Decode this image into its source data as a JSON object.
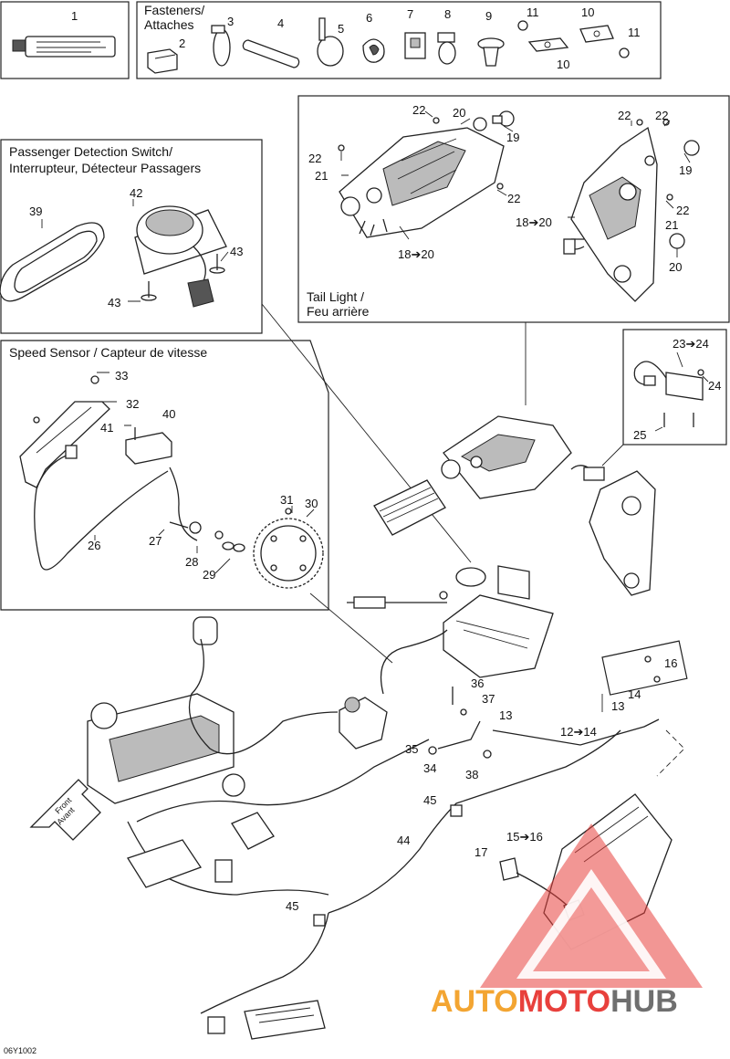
{
  "groups": {
    "fasteners": "Fasteners/",
    "attaches": "Attaches",
    "passenger_en": "Passenger Detection Switch/",
    "passenger_fr": "Interrupteur, Détecteur Passagers",
    "speed": "Speed Sensor / Capteur de vitesse",
    "tail_en": "Tail Light /",
    "tail_fr": "Feu arrière"
  },
  "front_label": {
    "line1": "Front",
    "line2": "Avant"
  },
  "drawing_code": "06Y1002",
  "watermark": {
    "part1": "AUTO",
    "part2": "MOTO",
    "part3": "HUB"
  },
  "colors": {
    "watermark_orange": "#f3a532",
    "watermark_red": "#e8403c",
    "watermark_grey": "#6f6f6f"
  },
  "callouts": {
    "c1": "1",
    "c2": "2",
    "c3": "3",
    "c4": "4",
    "c5": "5",
    "c6": "6",
    "c7": "7",
    "c8": "8",
    "c9": "9",
    "c10a": "10",
    "c10b": "10",
    "c11a": "11",
    "c11b": "11",
    "c22a": "22",
    "c20a": "20",
    "c19a": "19",
    "c22b": "22",
    "c21a": "21",
    "c22c": "22",
    "c1820a": "18➔20",
    "c22d": "22",
    "c22e": "22",
    "c19b": "19",
    "c1820b": "18➔20",
    "c22f": "22",
    "c21b": "21",
    "c20b": "20",
    "c39": "39",
    "c42": "42",
    "c43a": "43",
    "c43b": "43",
    "c2324": "23➔24",
    "c24": "24",
    "c25": "25",
    "c33": "33",
    "c32": "32",
    "c41": "41",
    "c40": "40",
    "c26": "26",
    "c27": "27",
    "c28": "28",
    "c29": "29",
    "c31": "31",
    "c30": "30",
    "c16": "16",
    "c13a": "13",
    "c14": "14",
    "c36": "36",
    "c37": "37",
    "c13b": "13",
    "c1214": "12➔14",
    "c35": "35",
    "c34": "34",
    "c38": "38",
    "c45a": "45",
    "c44": "44",
    "c1516": "15➔16",
    "c17": "17",
    "c45b": "45"
  }
}
